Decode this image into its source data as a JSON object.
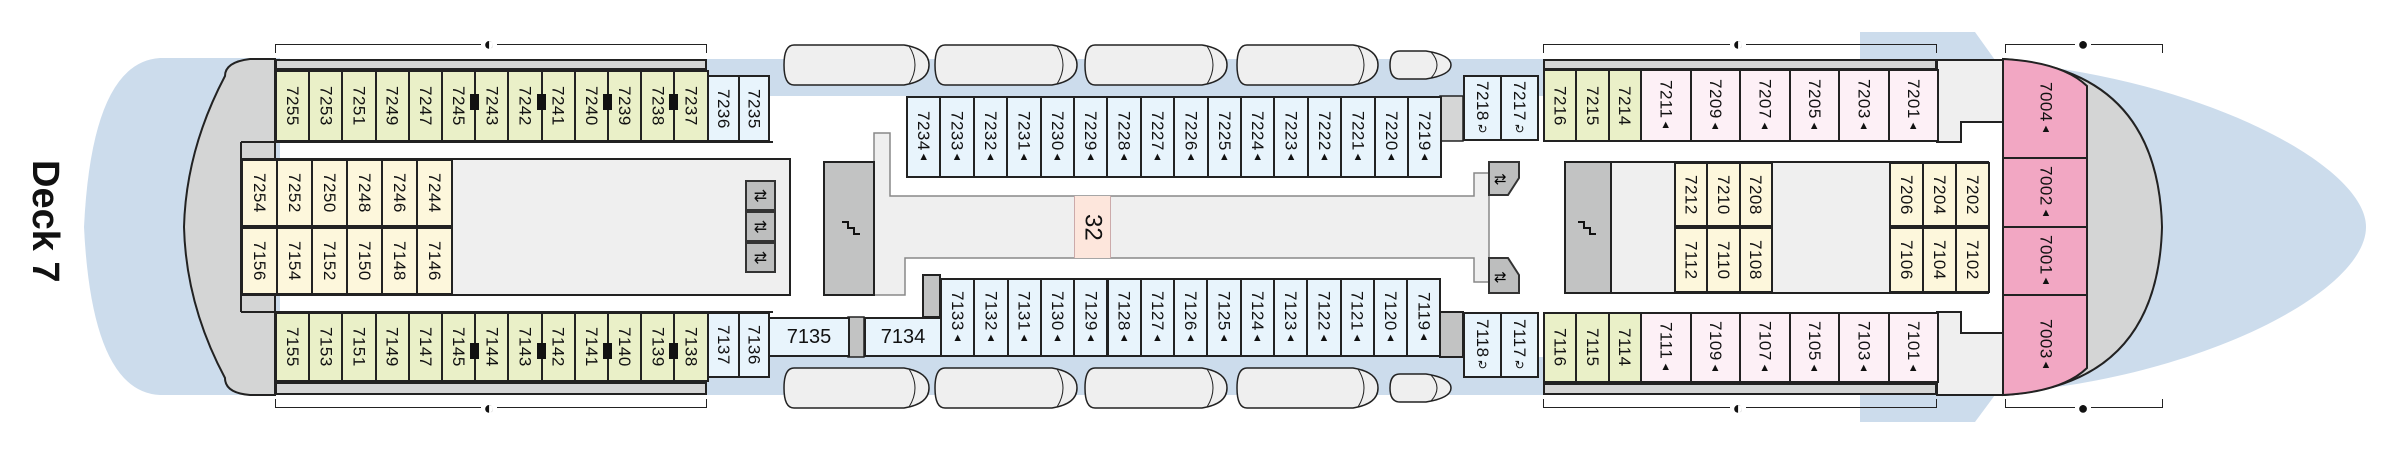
{
  "deck_title": "Deck 7",
  "public_area_label": "32",
  "colors": {
    "water": "#ccdcec",
    "inside_green": "#eaf0c8",
    "outside_blue": "#e8f4fc",
    "inside_cream": "#fdf7dc",
    "balcony_pink_light": "#fdf0f6",
    "suite_pink": "#f2a7c3",
    "service_gray": "#d5d6d6",
    "corridor_gray": "#efefef",
    "stair_gray": "#c2c3c3"
  },
  "legend_icons": {
    "balcony": "triangle-icon",
    "accessible": "wheelchair-icon",
    "connecting": "connecting-door-icon",
    "half_sun": "half-moon-icon",
    "full_sun": "full-circle-icon"
  },
  "sun_brackets": [
    {
      "icon": "◐",
      "name": "half-shade"
    },
    {
      "icon": "◐",
      "name": "half-shade"
    },
    {
      "icon": "●",
      "name": "full-shade"
    },
    {
      "icon": "◐",
      "name": "half-shade"
    },
    {
      "icon": "◐",
      "name": "half-shade"
    },
    {
      "icon": "●",
      "name": "full-shade"
    }
  ],
  "glyphs": {
    "balcony": "▲",
    "accessible": "↻",
    "elevator": "⇄"
  },
  "groups": [
    {
      "id": "aft_top",
      "color": "#eaf0c8",
      "cabins": [
        "7255",
        "7253",
        "7251",
        "7249",
        "7247",
        "7245",
        "7243",
        "7242",
        "7241",
        "7240",
        "7239",
        "7238",
        "7237"
      ]
    },
    {
      "id": "aft_top_blue",
      "color": "#e8f4fc",
      "cabins": [
        "7236",
        "7235"
      ]
    },
    {
      "id": "aft_mid_top",
      "color": "#fdf7dc",
      "cabins": [
        "7254",
        "7252",
        "7250",
        "7248",
        "7246",
        "7244"
      ]
    },
    {
      "id": "aft_mid_bottom",
      "color": "#fdf7dc",
      "cabins": [
        "7156",
        "7154",
        "7152",
        "7150",
        "7148",
        "7146"
      ]
    },
    {
      "id": "aft_bottom",
      "color": "#eaf0c8",
      "cabins": [
        "7155",
        "7153",
        "7151",
        "7149",
        "7147",
        "7145",
        "7144",
        "7143",
        "7142",
        "7141",
        "7140",
        "7139",
        "7138"
      ]
    },
    {
      "id": "aft_bottom_blue",
      "color": "#e8f4fc",
      "cabins": [
        "7137",
        "7136"
      ]
    },
    {
      "id": "mid_bottom_7135",
      "color": "#e8f4fc",
      "horizontal": true,
      "cabins": [
        "7135"
      ]
    },
    {
      "id": "mid_bottom_7134",
      "color": "#e8f4fc",
      "horizontal": true,
      "cabins": [
        "7134"
      ]
    },
    {
      "id": "mid_top",
      "color": "#e8f4fc",
      "balcony": true,
      "cabins": [
        "7234",
        "7233",
        "7232",
        "7231",
        "7230",
        "7229",
        "7228",
        "7227",
        "7226",
        "7225",
        "7224",
        "7223",
        "7222",
        "7221",
        "7220",
        "7219"
      ]
    },
    {
      "id": "mid_bottom",
      "color": "#e8f4fc",
      "balcony": true,
      "cabins": [
        "7133",
        "7132",
        "7131",
        "7130",
        "7129",
        "7128",
        "7127",
        "7126",
        "7125",
        "7124",
        "7123",
        "7122",
        "7121",
        "7120",
        "7119"
      ]
    },
    {
      "id": "mid_top_acc",
      "color": "#e8f4fc",
      "accessible": true,
      "cabins": [
        "7218",
        "7217"
      ]
    },
    {
      "id": "mid_bottom_acc",
      "color": "#e8f4fc",
      "accessible": true,
      "cabins": [
        "7118",
        "7117"
      ]
    },
    {
      "id": "fwd_top_green",
      "color": "#eaf0c8",
      "cabins": [
        "7216",
        "7215",
        "7214"
      ]
    },
    {
      "id": "fwd_top_pink",
      "color": "#fdf0f6",
      "balcony": true,
      "cabins": [
        "7211",
        "7209",
        "7207",
        "7205",
        "7203",
        "7201"
      ]
    },
    {
      "id": "fwd_bottom_green",
      "color": "#eaf0c8",
      "cabins": [
        "7116",
        "7115",
        "7114"
      ]
    },
    {
      "id": "fwd_bottom_pink",
      "color": "#fdf0f6",
      "balcony": true,
      "cabins": [
        "7111",
        "7109",
        "7107",
        "7105",
        "7103",
        "7101"
      ]
    },
    {
      "id": "fwd_mid_a_top",
      "color": "#fdf7dc",
      "cabins": [
        "7212",
        "7210",
        "7208"
      ]
    },
    {
      "id": "fwd_mid_a_bottom",
      "color": "#fdf7dc",
      "cabins": [
        "7112",
        "7110",
        "7108"
      ]
    },
    {
      "id": "fwd_mid_b_top",
      "color": "#fdf7dc",
      "cabins": [
        "7206",
        "7204",
        "7202"
      ]
    },
    {
      "id": "fwd_mid_b_bottom",
      "color": "#fdf7dc",
      "cabins": [
        "7106",
        "7104",
        "7102"
      ]
    },
    {
      "id": "bow",
      "color": "#f2a7c3",
      "balcony": true,
      "cabins": [
        "7004",
        "7002",
        "7001",
        "7003"
      ]
    }
  ],
  "connecting": [
    [
      "7245",
      "7243"
    ],
    [
      "7242",
      "7241"
    ],
    [
      "7240",
      "7239"
    ],
    [
      "7238",
      "7237"
    ],
    [
      "7145",
      "7144"
    ],
    [
      "7143",
      "7142"
    ],
    [
      "7141",
      "7140"
    ],
    [
      "7139",
      "7138"
    ]
  ]
}
